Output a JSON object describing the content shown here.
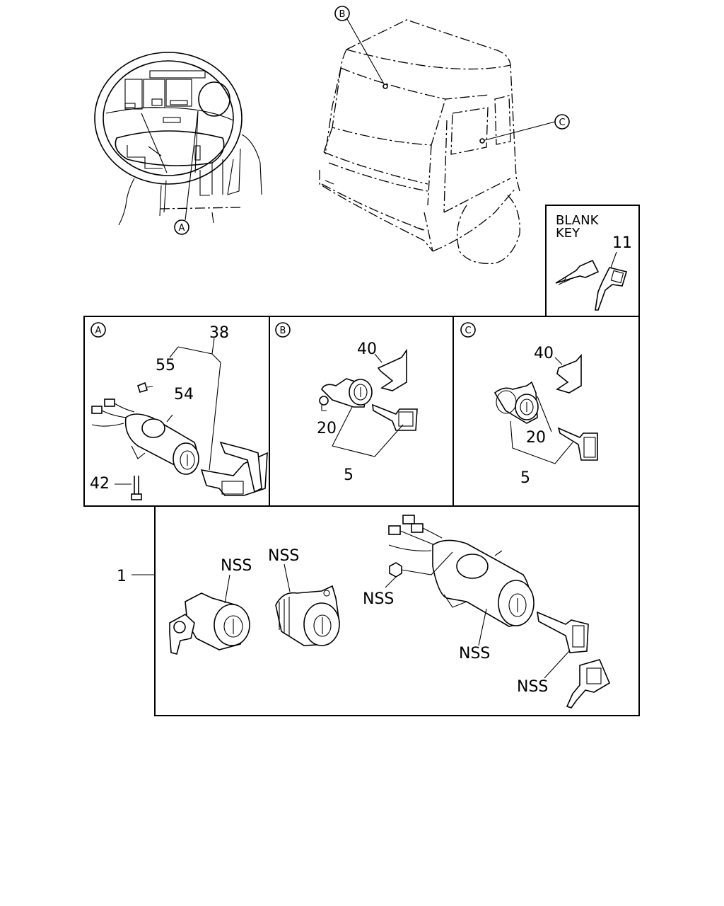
{
  "callouts": {
    "a": "A",
    "b": "B",
    "c": "C"
  },
  "blank_key": {
    "line1": "BLANK",
    "line2": "KEY",
    "part": "11"
  },
  "panel_a": {
    "tag": "A",
    "parts": [
      "38",
      "55",
      "54",
      "42"
    ]
  },
  "panel_b": {
    "tag": "B",
    "parts": [
      "40",
      "20",
      "5"
    ]
  },
  "panel_c": {
    "tag": "C",
    "parts": [
      "40",
      "20",
      "5"
    ]
  },
  "assembly": {
    "number": "1",
    "nss": [
      "NSS",
      "NSS",
      "NSS",
      "NSS",
      "NSS"
    ]
  }
}
